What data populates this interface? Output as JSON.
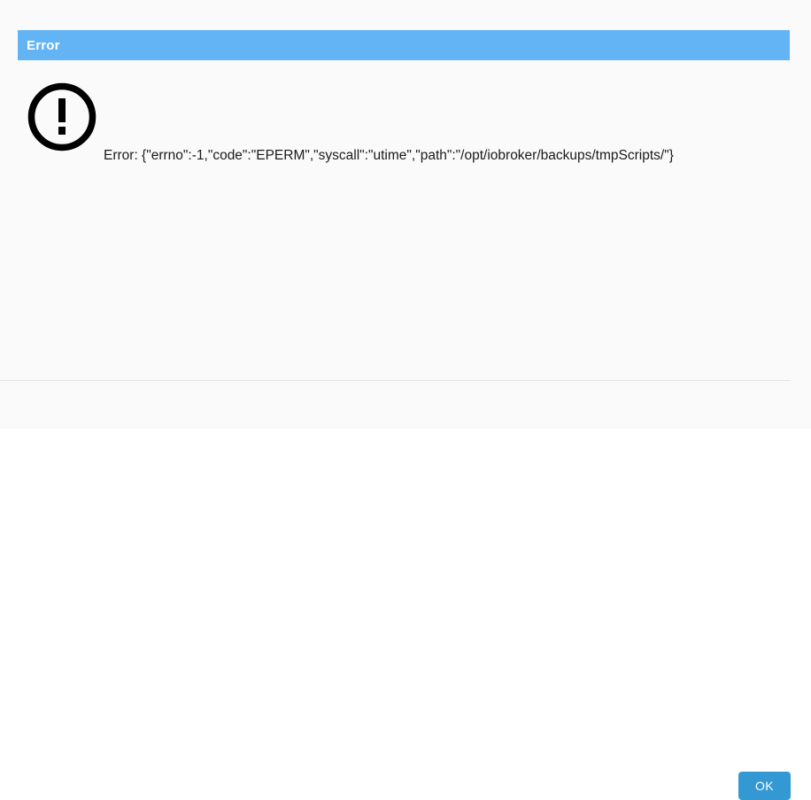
{
  "dialog": {
    "title": "Error",
    "message": "Error: {\"errno\":-1,\"code\":\"EPERM\",\"syscall\":\"utime\",\"path\":\"/opt/iobroker/backups/tmpScripts/\"}",
    "icon": "exclamation-circle-icon",
    "buttons": {
      "ok_label": "OK"
    },
    "colors": {
      "header_background": "#63b4f5",
      "header_text": "#ffffff",
      "body_background": "#fafafa",
      "message_text": "#1a1a1a",
      "divider": "#e2e2e2",
      "ok_button_background": "#3498d2",
      "ok_button_text": "#ffffff",
      "icon_color": "#000000"
    }
  }
}
